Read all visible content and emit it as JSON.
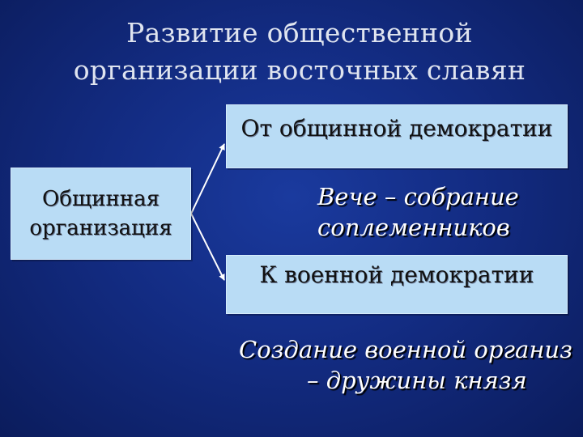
{
  "title": {
    "line1": "Развитие общественной",
    "line2": "организации восточных славян"
  },
  "boxes": {
    "left": {
      "line1": "Общинная",
      "line2": "организация"
    },
    "top": {
      "text": "От общинной демократии"
    },
    "bottom": {
      "text": "К военной демократии"
    }
  },
  "notes": {
    "veche": {
      "line1": "Вече – собрание",
      "line2": "соплеменников"
    },
    "military": {
      "line1": "Создание военной организ",
      "line2": "– дружины князя"
    }
  },
  "colors": {
    "background": "#132c83",
    "box_fill": "#b9dcf5",
    "arrow": "#ffffff",
    "title_text": "#dfe4ef"
  }
}
